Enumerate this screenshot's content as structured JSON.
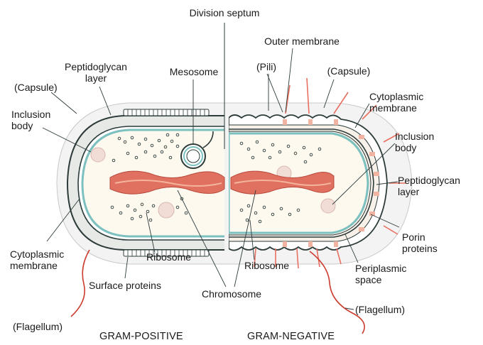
{
  "labels": {
    "division_septum": "Division septum",
    "outer_membrane": "Outer membrane",
    "peptidoglycan_layer_gp": "Peptidoglycan\nlayer",
    "mesosome": "Mesosome",
    "pili": "(Pili)",
    "capsule_gn": "(Capsule)",
    "capsule_gp": "(Capsule)",
    "cytoplasmic_membrane_gn": "Cytoplasmic\nmembrane",
    "inclusion_body_gp": "Inclusion\nbody",
    "inclusion_body_gn": "Inclusion\nbody",
    "peptidoglycan_layer_gn": "Peptidoglycan\nlayer",
    "porin_proteins": "Porin\nproteins",
    "cytoplasmic_membrane_gp": "Cytoplasmic\nmembrane",
    "ribosome_gp": "Ribosome",
    "ribosome_gn": "Ribosome",
    "periplasmic_space": "Periplasmic\nspace",
    "surface_proteins": "Surface proteins",
    "chromosome": "Chromosome",
    "flagellum_gn": "(Flagellum)",
    "flagellum_gp": "(Flagellum)",
    "gram_positive": "GRAM-POSITIVE",
    "gram_negative": "GRAM-NEGATIVE"
  },
  "colors": {
    "capsule": "#ededed",
    "wall_outline": "#2d3b3b",
    "wall_teal": "#7cc0bf",
    "cytoplasm": "#fdf9ef",
    "chromosome": "#e07060",
    "chromosome_light": "#f4b39b",
    "inclusion": "#f2dcd6",
    "pili": "#e87060",
    "porin": "#f2b4a2",
    "flagellum": "#cc3b2e"
  }
}
